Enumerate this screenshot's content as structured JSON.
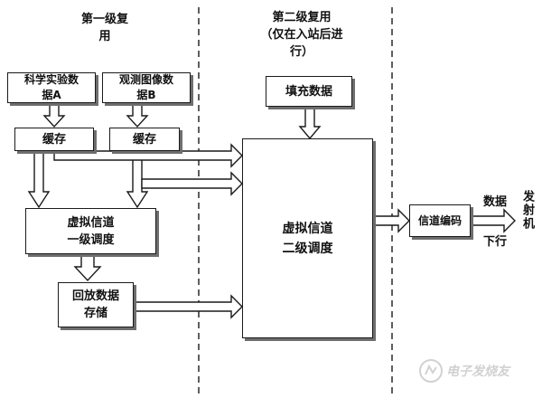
{
  "headers": {
    "first": "第一级复\n用",
    "second": "第二级复用\n（仅在入站后进\n行）"
  },
  "boxes": {
    "science": "科学实验数\n据A",
    "observe": "观测图像数\n据B",
    "cache_a": "缓存",
    "cache_b": "缓存",
    "vc1": "虚拟信道\n一级调度",
    "playback": "回放数据\n存储",
    "fill": "填充数据",
    "vc2": "虚拟信道\n二级调度",
    "encode": "信道编码"
  },
  "labels": {
    "data": "数据",
    "downlink": "下行",
    "transmitter": "发射机"
  },
  "watermark": {
    "text": "电子发烧友",
    "icon": "logo-circle-icon"
  },
  "colors": {
    "line": "#1a1a1a",
    "shadow": "#6e6e6e",
    "watermark": "#9a9a9a"
  }
}
